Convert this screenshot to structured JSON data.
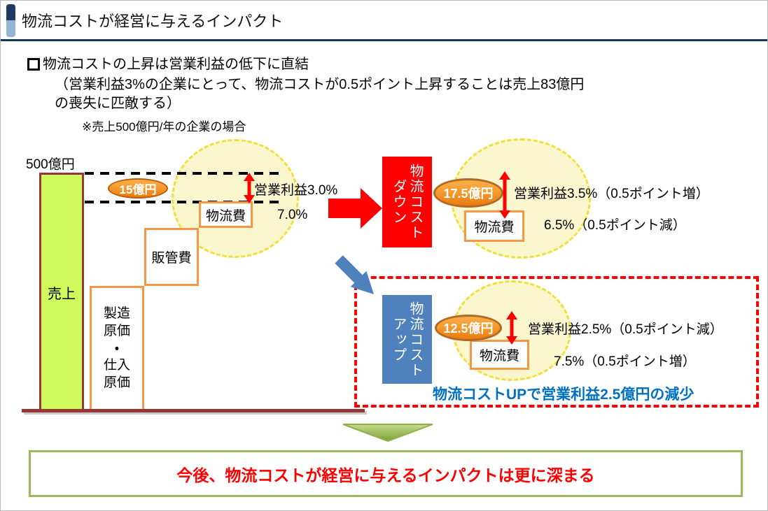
{
  "header": {
    "title": "物流コストが経営に与えるインパクト"
  },
  "lead": {
    "line1": "物流コストの上昇は営業利益の低下に直結",
    "line2": "（営業利益3%の企業にとって、物流コストが0.5ポイント上昇することは売上83億円",
    "line3": "の喪失に匹敵する）",
    "note": "※売上500億円/年の企業の場合"
  },
  "base_chart": {
    "y_axis_label": "500億円",
    "sales_bar_label": "売上",
    "profit_badge": "15億円",
    "logistics_box": "物流費",
    "sga_box": "販管費",
    "cogs_box": "製造\n原価\n・\n仕入\n原価",
    "profit_label": "営業利益3.0%",
    "logistics_rate": "7.0%"
  },
  "cost_down": {
    "banner_col_right": "物流コスト",
    "banner_col_left": "ダウン",
    "profit_badge": "17.5億円",
    "logistics_box": "物流費",
    "profit_label": "営業利益3.5%（0.5ポイント増）",
    "logistics_rate": "6.5%（0.5ポイント減）"
  },
  "cost_up": {
    "banner_col_right": "物流コスト",
    "banner_col_left": "アップ",
    "profit_badge": "12.5億円",
    "logistics_box": "物流費",
    "profit_label": "営業利益2.5%（0.5ポイント減）",
    "logistics_rate": "7.5%（0.5ポイント増）",
    "callout": "物流コストUPで営業利益2.5億円の減少"
  },
  "conclusion": {
    "text": "今後、物流コストが経営に与えるインパクトは更に深まる"
  },
  "colors": {
    "accent_navy": "#1F3864",
    "accent_light_blue": "#95B3D7",
    "rule_navy": "#17375E",
    "bar_green": "#CEFA5E",
    "bar_border_maroon": "#943634",
    "cost_box_orange": "#F79646",
    "badge_orange": "#E97C12",
    "badge_border": "#B06A24",
    "red": "#FE0000",
    "blue_box": "#4F81BD",
    "callout_blue": "#0070C0",
    "banner_green": "#9BBB59",
    "highlight_yellow_fill": "#FAF7CE",
    "highlight_yellow_dash": "#F2DF3F",
    "baseline_maroon": "#953735"
  }
}
